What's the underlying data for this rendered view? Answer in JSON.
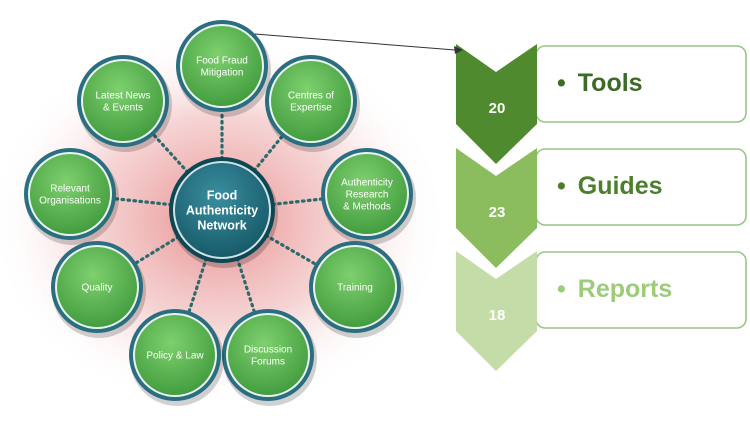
{
  "network": {
    "hub": {
      "lines": [
        "Food",
        "Authenticity",
        "Network"
      ]
    },
    "nodes": [
      {
        "id": "food-fraud-mitigation",
        "lines": [
          "Food Fraud",
          "Mitigation"
        ]
      },
      {
        "id": "centres-of-expertise",
        "lines": [
          "Centres of",
          "Expertise"
        ]
      },
      {
        "id": "authenticity-research-methods",
        "lines": [
          "Authenticity",
          "Research",
          "& Methods"
        ]
      },
      {
        "id": "training",
        "lines": [
          "Training"
        ]
      },
      {
        "id": "discussion-forums",
        "lines": [
          "Discussion",
          "Forums"
        ]
      },
      {
        "id": "policy-law",
        "lines": [
          "Policy & Law"
        ]
      },
      {
        "id": "quality",
        "lines": [
          "Quality"
        ]
      },
      {
        "id": "relevant-organisations",
        "lines": [
          "Relevant",
          "Organisations"
        ]
      },
      {
        "id": "latest-news-events",
        "lines": [
          "Latest News",
          "& Events"
        ]
      }
    ]
  },
  "resources": [
    {
      "id": "tools",
      "count": "20",
      "bullet": "•",
      "label": "Tools"
    },
    {
      "id": "guides",
      "count": "23",
      "bullet": "•",
      "label": "Guides"
    },
    {
      "id": "reports",
      "count": "18",
      "bullet": "•",
      "label": "Reports"
    }
  ],
  "colors": {
    "node_fill": "#5cb85c",
    "node_ring": "#2b6e80",
    "hub_fill": "#1f6f80",
    "connector": "#2c6b6b",
    "chevron_1": "#4f8b2e",
    "chevron_2": "#8bbd5e",
    "chevron_3": "#c4dca7",
    "label_1": "#3d6a26",
    "label_2": "#4c7f2c",
    "label_3": "#9ccb7a",
    "card_border": "#9bc48a",
    "bg_glow": "#e89a9a"
  }
}
